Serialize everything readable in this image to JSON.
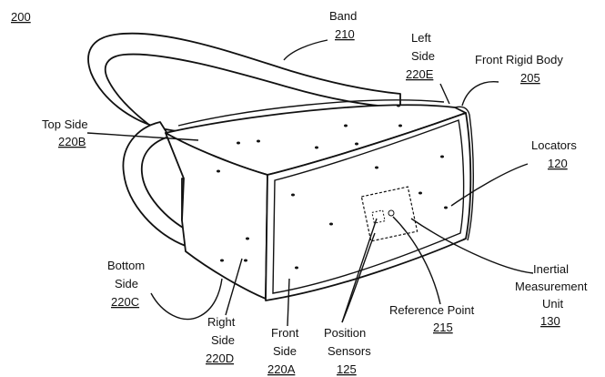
{
  "figure_number": "200",
  "labels": {
    "band": {
      "name": "Band",
      "ref": "210"
    },
    "left_side": {
      "line1": "Left",
      "line2": "Side",
      "ref": "220E"
    },
    "front_rigid_body": {
      "name": "Front Rigid Body",
      "ref": "205"
    },
    "top_side": {
      "name": "Top Side",
      "ref": "220B"
    },
    "locators": {
      "name": "Locators",
      "ref": "120"
    },
    "bottom_side": {
      "line1": "Bottom",
      "line2": "Side",
      "ref": "220C"
    },
    "imu": {
      "line1": "Inertial",
      "line2": "Measurement",
      "line3": "Unit",
      "ref": "130"
    },
    "reference_point": {
      "name": "Reference Point",
      "ref": "215"
    },
    "right_side": {
      "line1": "Right",
      "line2": "Side",
      "ref": "220D"
    },
    "front_side": {
      "line1": "Front",
      "line2": "Side",
      "ref": "220A"
    },
    "position_sensors": {
      "line1": "Position",
      "line2": "Sensors",
      "ref": "125"
    }
  }
}
